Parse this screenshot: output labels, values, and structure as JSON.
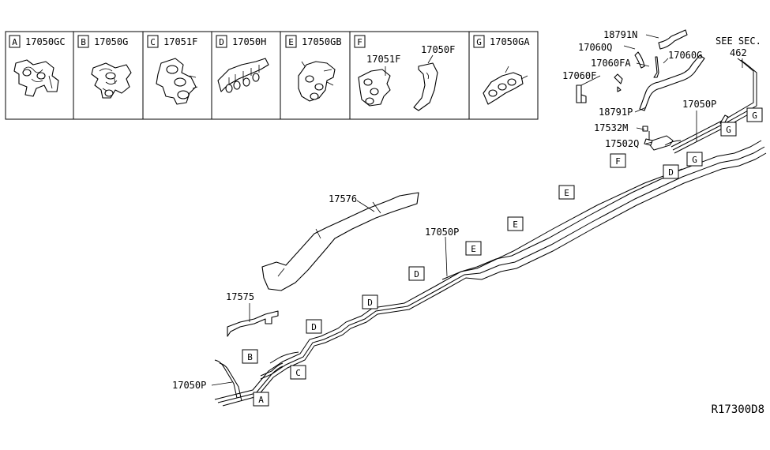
{
  "legend": {
    "cells": [
      {
        "letter": "A",
        "part": "17050GC"
      },
      {
        "letter": "B",
        "part": "17050G"
      },
      {
        "letter": "C",
        "part": "17051F"
      },
      {
        "letter": "D",
        "part": "17050H"
      },
      {
        "letter": "E",
        "part": "17050GB"
      },
      {
        "letter": "F",
        "part": "",
        "subparts": [
          "17051F",
          "17050F"
        ]
      },
      {
        "letter": "G",
        "part": "17050GA"
      }
    ]
  },
  "labels": {
    "p18791N": "18791N",
    "p17060Q": "17060Q",
    "p17060FA": "17060FA",
    "p17060G": "17060G",
    "p17060F": "17060F",
    "p18791P": "18791P",
    "see_sec": "SEE SEC.",
    "see_sec_num": "462",
    "p17050P_top": "17050P",
    "p17532M": "17532M",
    "p17502Q": "17502Q",
    "p17576": "17576",
    "p17575": "17575",
    "p17050P_mid": "17050P",
    "p17050P_bottom": "17050P"
  },
  "markers": [
    "G",
    "G",
    "G",
    "F",
    "D",
    "E",
    "E",
    "E",
    "D",
    "D",
    "D",
    "B",
    "C",
    "A"
  ],
  "diagram_code": "R17300D8"
}
